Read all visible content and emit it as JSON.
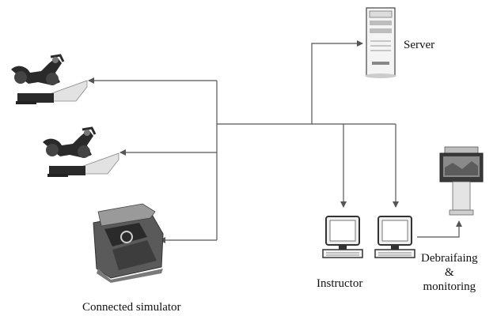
{
  "labels": {
    "server": "Server",
    "instructor": "Instructor",
    "debrief_line1": "Debraifaing",
    "debrief_line2": "&",
    "debrief_line3": "monitoring",
    "connected_simulator": "Connected simulator"
  },
  "nodes": [
    {
      "id": "server",
      "icon": "server-tower-icon"
    },
    {
      "id": "motorcycle-simulator-1",
      "icon": "motorcycle-simulator-icon"
    },
    {
      "id": "motorcycle-simulator-2",
      "icon": "motorcycle-simulator-icon"
    },
    {
      "id": "car-simulator",
      "icon": "car-simulator-cabin-icon"
    },
    {
      "id": "instructor-pc-1",
      "icon": "computer-terminal-icon"
    },
    {
      "id": "instructor-pc-2",
      "icon": "computer-terminal-icon"
    },
    {
      "id": "debriefing-station",
      "icon": "display-kiosk-icon"
    }
  ],
  "colors": {
    "line": "#555555",
    "device_dark": "#2a2a2a",
    "device_light": "#d8d8d8"
  }
}
